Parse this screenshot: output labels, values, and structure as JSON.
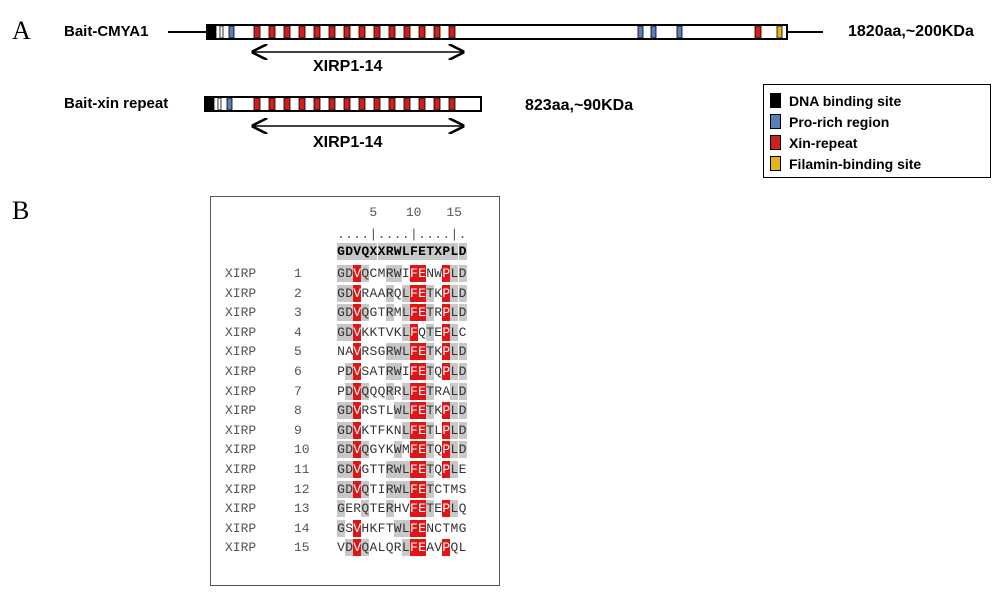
{
  "panel_a": {
    "letter": "A",
    "cmya1": {
      "label": "Bait-CMYA1",
      "size": "1820aa,~200KDa",
      "range_label": "XIRP1-14"
    },
    "xin": {
      "label": "Bait-xin repeat",
      "size": "823aa,~90KDa",
      "range_label": "XIRP1-14"
    },
    "legend": [
      {
        "label": "DNA binding site",
        "color": "#000000"
      },
      {
        "label": "Pro-rich region",
        "color": "#5a7fb8"
      },
      {
        "label": "Xin-repeat",
        "color": "#cc1f1f"
      },
      {
        "label": "Filamin-binding site",
        "color": "#e8b21a"
      }
    ]
  },
  "panel_b": {
    "letter": "B",
    "tick_numbers": [
      "5",
      "10",
      "15"
    ],
    "ruler": "....|....|....|.",
    "consensus": "GDVQXXRWLFETXPLD",
    "row_name": "XIRP",
    "rows": [
      {
        "num": "1",
        "seq": "GDVQCMRWIFENWPLD"
      },
      {
        "num": "2",
        "seq": "GDVRAARQLFETKPLD"
      },
      {
        "num": "3",
        "seq": "GDVQGTRMLFETRPLD"
      },
      {
        "num": "4",
        "seq": "GDVKKTVKLFQTEPLC"
      },
      {
        "num": "5",
        "seq": "NAVRSGRWLFETKPLD"
      },
      {
        "num": "6",
        "seq": "PDVSATRWIFETQPLD"
      },
      {
        "num": "7",
        "seq": "PDVQQQRRLFETRALD"
      },
      {
        "num": "8",
        "seq": "GDVRSTLWLFETKPLD"
      },
      {
        "num": "9",
        "seq": "GDVKTFKNLFETLPLD"
      },
      {
        "num": "10",
        "seq": "GDVQGYKWMFETQPLD"
      },
      {
        "num": "11",
        "seq": "GDVGTTRWLFETQPLE"
      },
      {
        "num": "12",
        "seq": "GDVQTIRWLFETCTMS"
      },
      {
        "num": "13",
        "seq": "GERQTERHVFETEPLQ"
      },
      {
        "num": "14",
        "seq": "GSVHKFTWLFENCTMG"
      },
      {
        "num": "15",
        "seq": "VDVQALQRLFEAVPQL"
      }
    ],
    "colors": {
      "red": "#e01616",
      "gray": "#c8c8c8"
    }
  }
}
